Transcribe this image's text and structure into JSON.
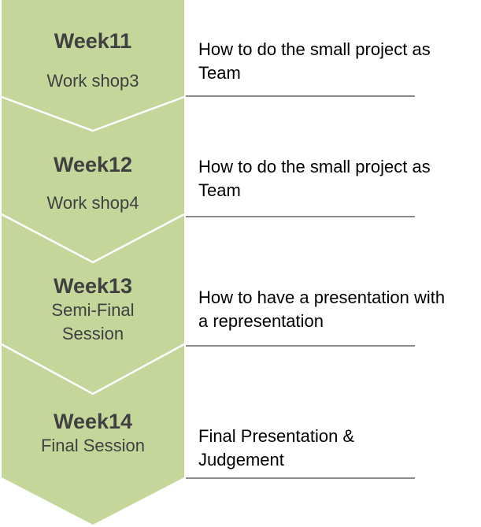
{
  "colors": {
    "chevron_fill": "#c5d69b",
    "divider": "#ffffff",
    "rule": "#8c8c8c",
    "stage_text": "#404040"
  },
  "steps": [
    {
      "week": "Week11",
      "session": "Work shop3",
      "description": "How to do the small project as Team"
    },
    {
      "week": "Week12",
      "session": "Work shop4",
      "description": "How to do the small project as Team"
    },
    {
      "week": "Week13",
      "session": "Semi-Final Session",
      "description": "How to have a presentation with a representation"
    },
    {
      "week": "Week14",
      "session": "Final Session",
      "description": "Final Presentation & Judgement"
    }
  ]
}
